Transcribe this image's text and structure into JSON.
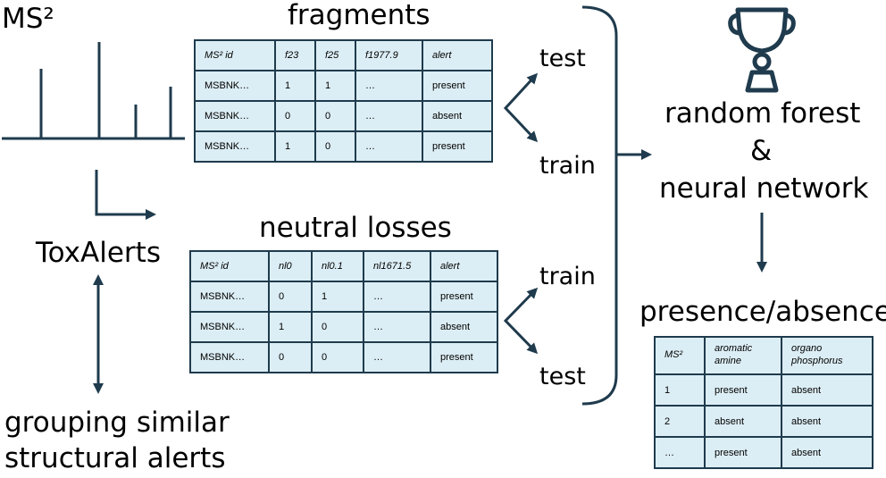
{
  "ms2_label": "MS²",
  "toxalerts_label": "ToxAlerts",
  "grouping_label": [
    "grouping similar",
    "structural alerts"
  ],
  "fragments": {
    "title": "fragments",
    "headers": [
      "MS² id",
      "f23",
      "f25",
      "f1977.9",
      "alert"
    ],
    "rows": [
      [
        "MSBNK…",
        "1",
        "1",
        "…",
        "present"
      ],
      [
        "MSBNK…",
        "0",
        "0",
        "…",
        "absent"
      ],
      [
        "MSBNK…",
        "1",
        "0",
        "…",
        "present"
      ]
    ],
    "split_top": "test",
    "split_bottom": "train"
  },
  "neutral_losses": {
    "title": "neutral losses",
    "headers": [
      "MS² id",
      "nl0",
      "nl0.1",
      "nl1671.5",
      "alert"
    ],
    "rows": [
      [
        "MSBNK…",
        "0",
        "1",
        "…",
        "present"
      ],
      [
        "MSBNK…",
        "1",
        "0",
        "…",
        "absent"
      ],
      [
        "MSBNK…",
        "0",
        "0",
        "…",
        "present"
      ]
    ],
    "split_top": "train",
    "split_bottom": "test"
  },
  "model_label": [
    "random forest",
    "&",
    "neural network"
  ],
  "trophy_icon": "trophy-icon",
  "result": {
    "title": "presence/absence",
    "headers": [
      "MS²",
      "aromatic amine",
      "organo phosphorus"
    ],
    "rows": [
      [
        "1",
        "present",
        "absent"
      ],
      [
        "2",
        "absent",
        "absent"
      ],
      [
        "…",
        "present",
        "absent"
      ]
    ]
  },
  "colors": {
    "line": "#1f3b4d",
    "cell": "#dceef5"
  }
}
